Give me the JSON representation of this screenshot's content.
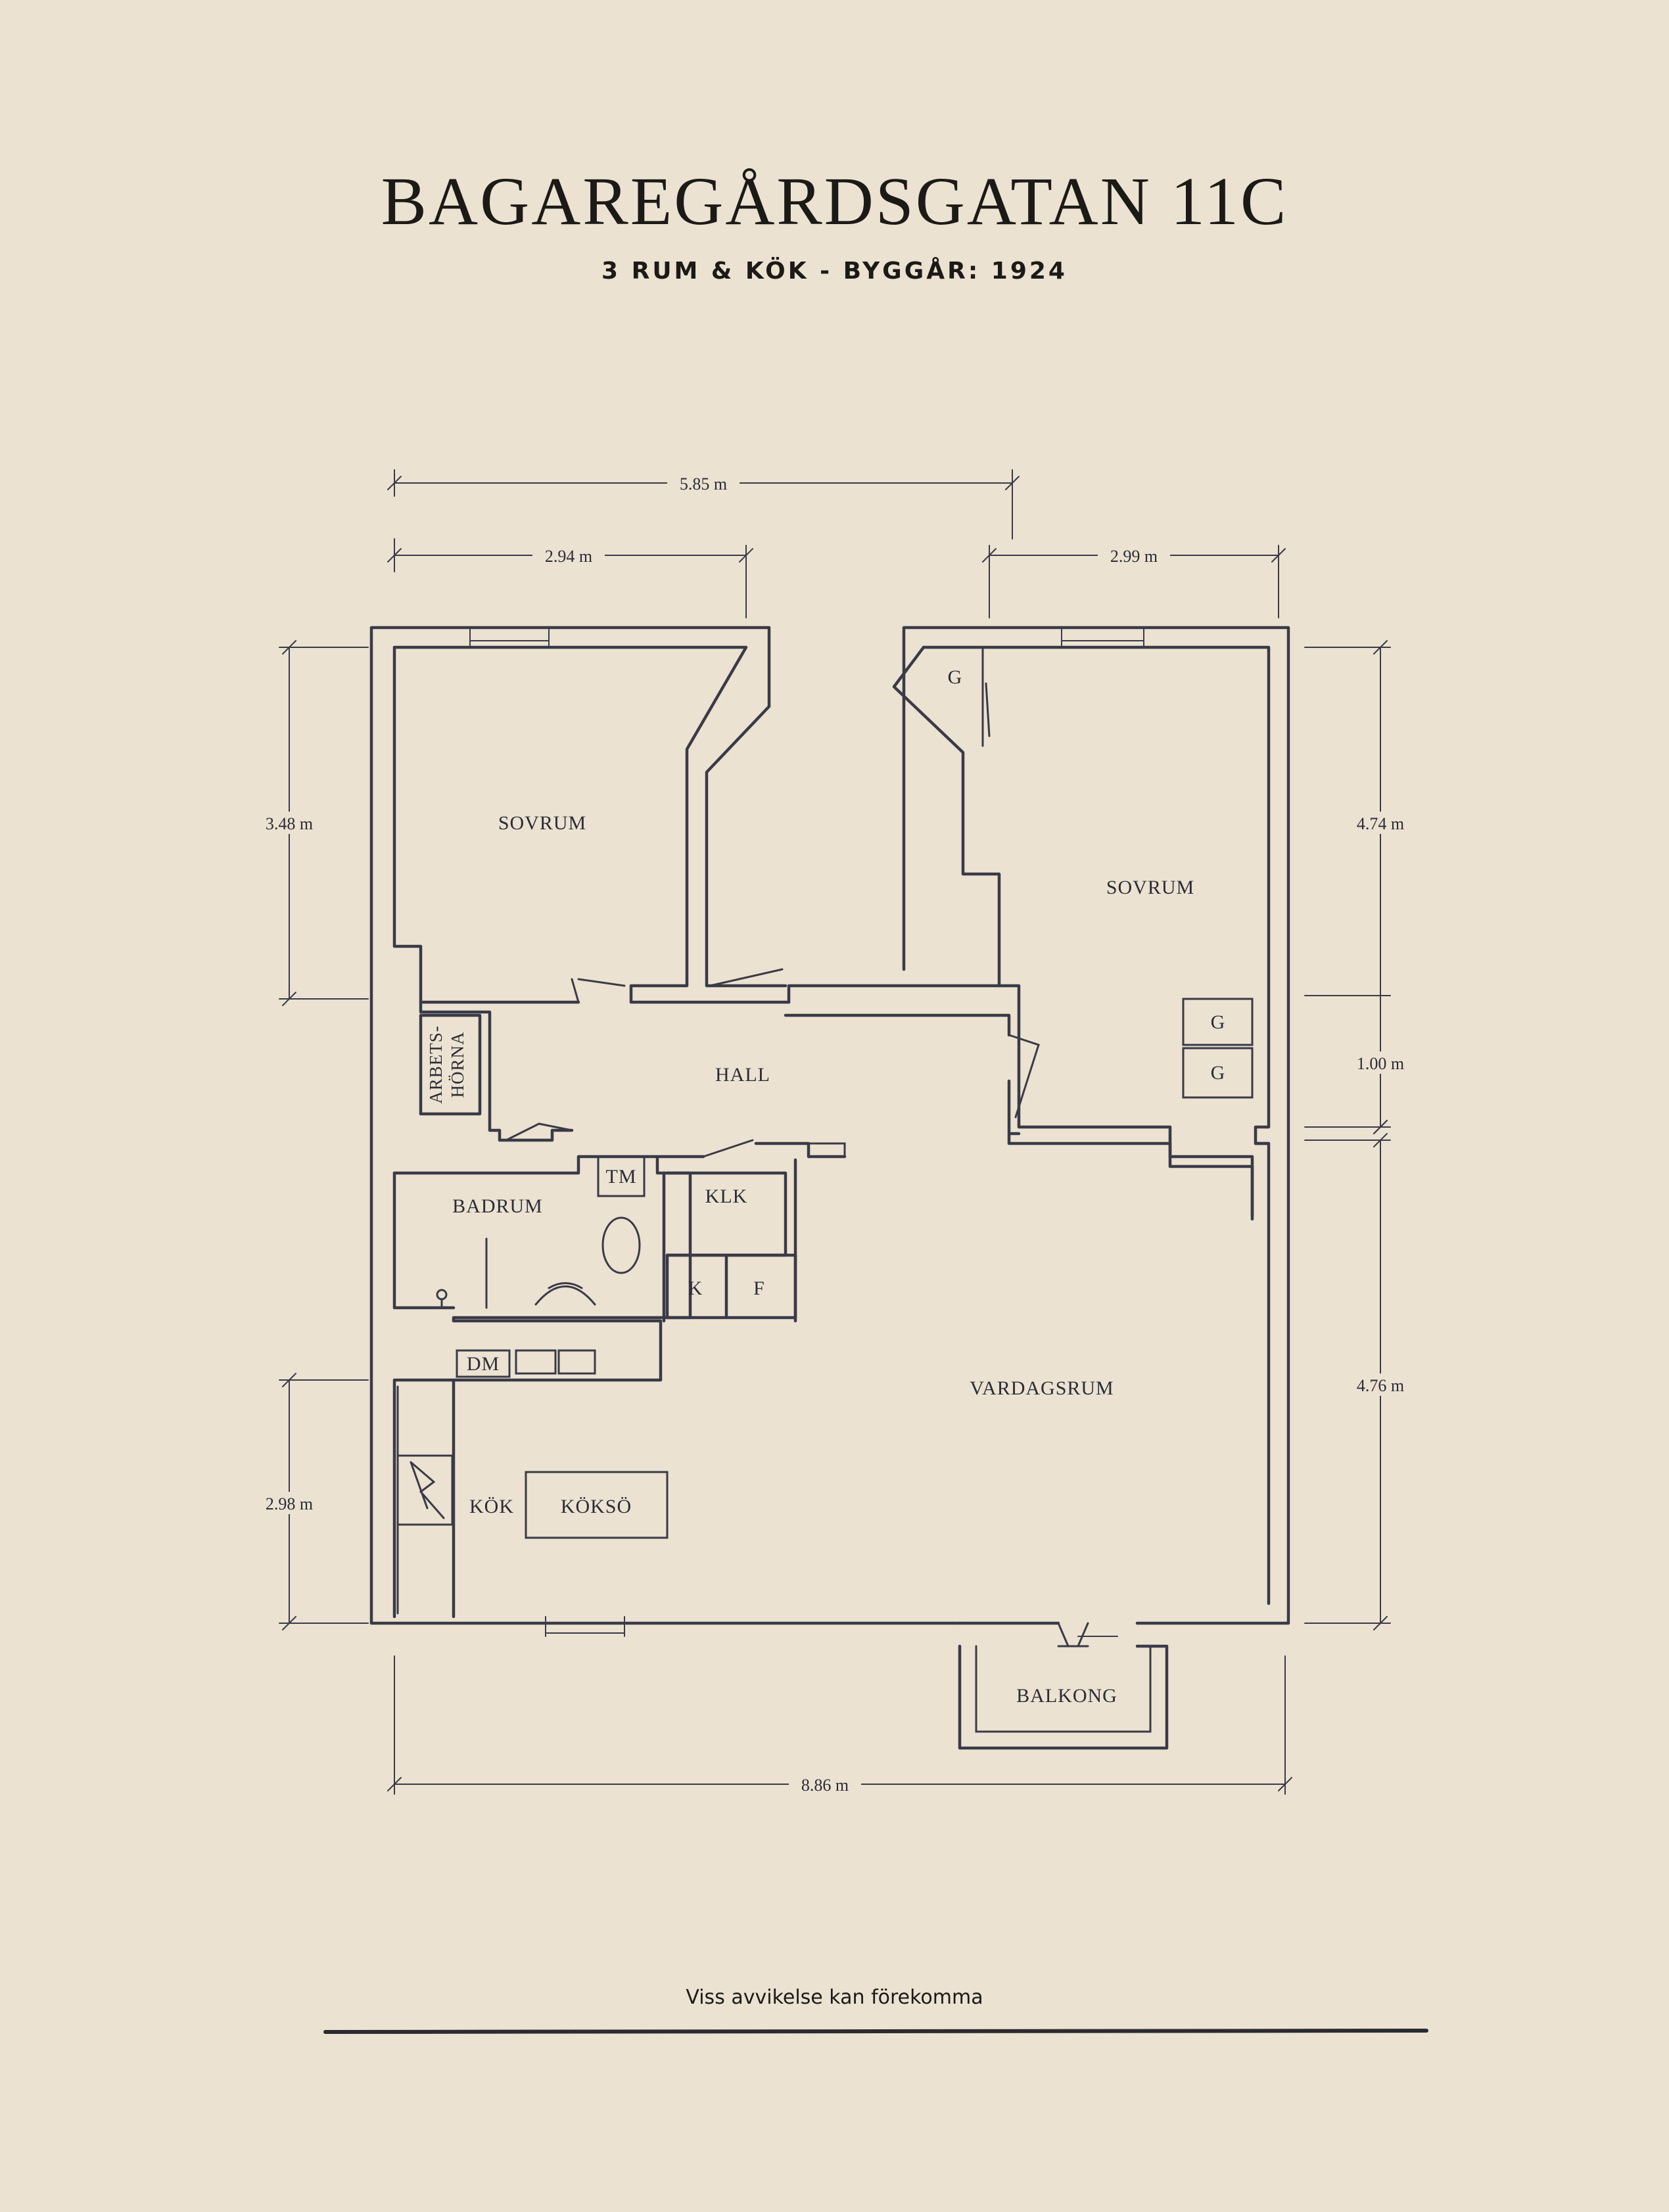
{
  "header": {
    "title": "BAGAREGÅRDSGATAN 11C",
    "subtitle": "3 RUM & KÖK - BYGGÅR: 1924"
  },
  "rooms": {
    "sovrum_left": "SOVRUM",
    "sovrum_right": "SOVRUM",
    "hall": "HALL",
    "arbets_line1": "ARBETS-",
    "arbets_line2": "HÖRNA",
    "badrum": "BADRUM",
    "tm": "TM",
    "klk": "KLK",
    "k": "K",
    "f": "F",
    "dm": "DM",
    "kok": "KÖK",
    "koksö": "KÖKSÖ",
    "vardagsrum": "VARDAGSRUM",
    "balkong": "BALKONG",
    "g_top": "G",
    "g_mid1": "G",
    "g_mid2": "G"
  },
  "dimensions": {
    "top_total": "5.85 m",
    "top_left": "2.94 m",
    "top_right": "2.99 m",
    "left_upper": "3.48 m",
    "left_lower": "2.98 m",
    "right_upper": "4.74 m",
    "right_middle": "1.00 m",
    "right_lower": "4.76 m",
    "bottom_total": "8.86 m"
  },
  "footer": {
    "disclaimer": "Viss avvikelse kan förekomma"
  }
}
